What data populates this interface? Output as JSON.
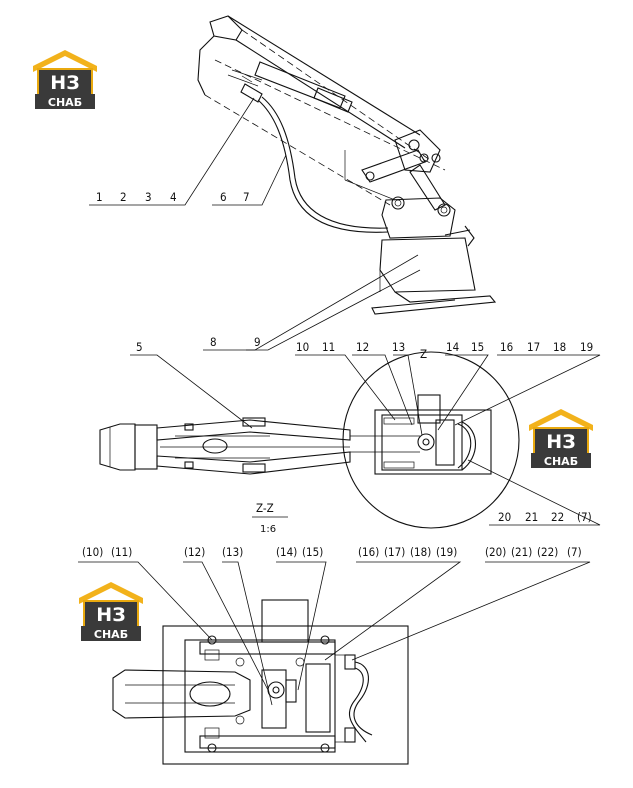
{
  "logo": {
    "mark": "НЗ",
    "text": "СНАБ",
    "colors": {
      "roof": "#f2b21b",
      "body": "#e9a90f",
      "dark": "#3a3a3a",
      "text": "#ffffff"
    }
  },
  "view_top": {
    "labels": [
      "1",
      "2",
      "3",
      "4",
      "6",
      "7",
      "8",
      "9"
    ]
  },
  "view_plan": {
    "labels": [
      "5",
      "10",
      "11",
      "12",
      "13",
      "Z",
      "14",
      "15",
      "16",
      "17",
      "18",
      "19",
      "20",
      "21",
      "22",
      "(7)"
    ]
  },
  "section": {
    "title": "Z-Z",
    "scale": "1:6",
    "labels": [
      "(10)",
      "(11)",
      "(12)",
      "(13)",
      "(14)",
      "(15)",
      "(16)",
      "(17)",
      "(18)",
      "(19)",
      "(20)",
      "(21)",
      "(22)",
      "(7)"
    ]
  }
}
